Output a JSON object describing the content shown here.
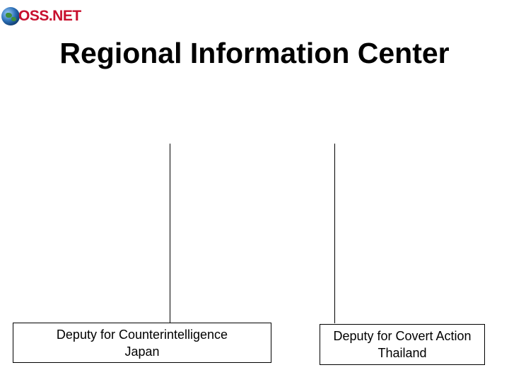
{
  "logo": {
    "text": "OSS.NET",
    "icon": "globe-icon"
  },
  "title": "Regional Information Center",
  "boxes": [
    {
      "line1": "Deputy for Counterintelligence",
      "line2": "Japan"
    },
    {
      "line1": "Deputy for Covert Action",
      "line2": "Thailand"
    }
  ]
}
